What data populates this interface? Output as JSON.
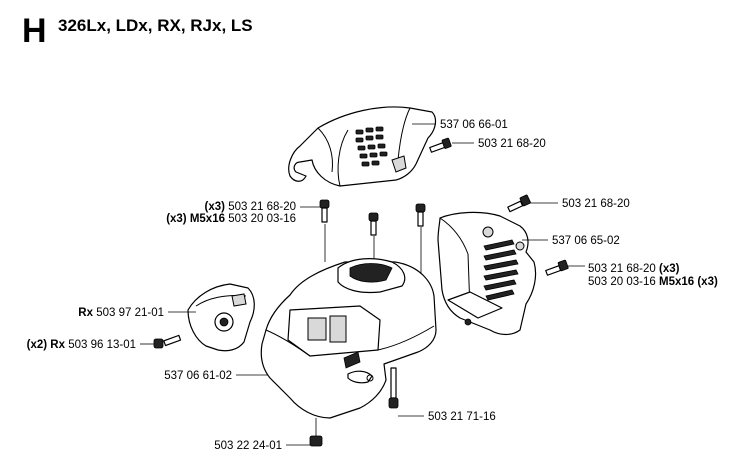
{
  "header": {
    "section_letter": "H",
    "models": "326Lx, LDx, RX, RJx, LS"
  },
  "callouts": {
    "c1": {
      "part_no": "537 06 66-01"
    },
    "c2": {
      "part_no": "503 21 68-20"
    },
    "c3": {
      "prefix": "(x3)",
      "part_no": "503 21 68-20"
    },
    "c4": {
      "prefix": "(x3) M5x16",
      "part_no": "503 20 03-16"
    },
    "c5": {
      "part_no": "503 21 68-20"
    },
    "c6": {
      "part_no": "537 06 65-02"
    },
    "c7": {
      "part_no": "503 21 68-20",
      "suffix": "(x3)"
    },
    "c8": {
      "part_no": "503 20 03-16",
      "suffix": "M5x16 (x3)"
    },
    "c9": {
      "prefix": "Rx",
      "part_no": "503 97 21-01"
    },
    "c10": {
      "prefix": "(x2) Rx",
      "part_no": "503 96 13-01"
    },
    "c11": {
      "part_no": "537 06 61-02"
    },
    "c12": {
      "part_no": "503 21 71-16"
    },
    "c13": {
      "part_no": "503 22 24-01"
    }
  }
}
